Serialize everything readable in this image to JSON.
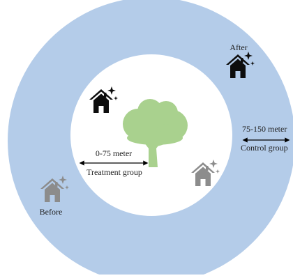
{
  "labels": {
    "after": "After",
    "before": "Before",
    "inner_distance": "0-75 meter",
    "inner_group": "Treatment group",
    "outer_distance": "75-150 meter",
    "outer_group": "Control group"
  },
  "icons": {
    "center": "tree-icon",
    "after_house": "house-sparkle-icon",
    "inner_house_top": "house-sparkle-icon",
    "inner_house_right": "house-sparkle-icon",
    "before_house": "house-sparkle-icon"
  },
  "colors": {
    "outer_ring": "#b4cce9",
    "inner_circle": "#ffffff",
    "tree": "#a9d18e",
    "house_dark": "#0d0d0d",
    "house_gray": "#8c8c8c"
  }
}
